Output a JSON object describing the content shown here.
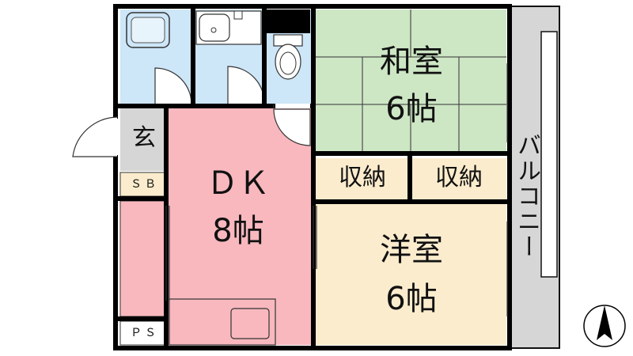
{
  "rooms": {
    "washitsu": {
      "name": "和室",
      "size": "6帖"
    },
    "dk": {
      "name": "ＤＫ",
      "size": "8帖"
    },
    "yoshitsu": {
      "name": "洋室",
      "size": "6帖"
    },
    "genkan": {
      "name": "玄"
    },
    "storage_left": {
      "name": "収納"
    },
    "storage_right": {
      "name": "収納"
    },
    "shoebox": {
      "name": "ＳＢ"
    },
    "pipe_space": {
      "name": "ＰＳ"
    },
    "balcony": {
      "name": "バルコニー"
    }
  },
  "compass": {
    "label": "N",
    "icon": "north-arrow-icon"
  },
  "colors": {
    "washitsu": "#cde6c4",
    "dk": "#f8b8be",
    "yoshitsu": "#fbeccd",
    "wet_area": "#cde6f8",
    "storage": "#fbeccd",
    "genkan": "#d6d6d6",
    "balcony": "#d6d6d6",
    "wall": "#000000"
  }
}
